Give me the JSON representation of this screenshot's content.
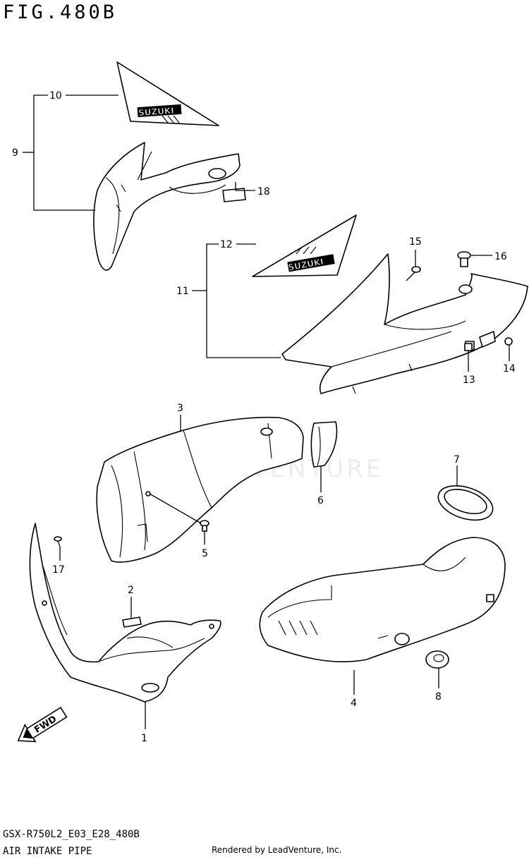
{
  "figure": {
    "title": "FIG.480B"
  },
  "callouts": {
    "c1": "1",
    "c2": "2",
    "c3": "3",
    "c4": "4",
    "c5": "5",
    "c6": "6",
    "c7": "7",
    "c8": "8",
    "c9": "9",
    "c10": "10",
    "c11": "11",
    "c12": "12",
    "c13": "13",
    "c14": "14",
    "c15": "15",
    "c16": "16",
    "c17": "17",
    "c18": "18"
  },
  "logos": {
    "decal_upper": "SUZUKI",
    "decal_lower": "SUZUKI"
  },
  "watermark": "LEADVENTURE",
  "badges": {
    "fwd": "FWD"
  },
  "footer": {
    "code": "GSX-R750L2_E03_E28_480B",
    "name": "AIR INTAKE PIPE",
    "credit": "Rendered by LeadVenture, Inc."
  }
}
